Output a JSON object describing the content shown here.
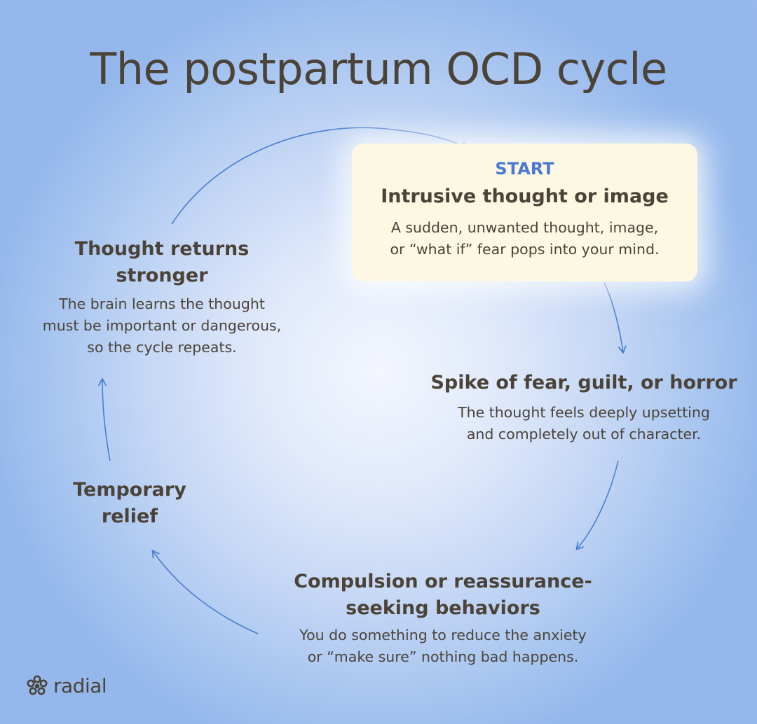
{
  "title": "The postpartum OCD cycle",
  "colors": {
    "text": "#4b4338",
    "accent": "#4a78d4",
    "arrow": "#4a7fd0",
    "start_card": "#fdf8e2"
  },
  "steps": {
    "start": {
      "tag": "START",
      "heading": "Intrusive thought or image",
      "description_lines": [
        "A sudden, unwanted thought, image,",
        "or “what if” fear pops into your mind."
      ]
    },
    "spike": {
      "heading": "Spike of fear, guilt, or horror",
      "description_lines": [
        "The thought feels deeply upsetting",
        "and completely out of character."
      ]
    },
    "compulsion": {
      "heading_lines": [
        "Compulsion or reassurance-",
        "seeking behaviors"
      ],
      "description_lines": [
        "You do something to reduce the anxiety",
        "or “make sure” nothing bad happens."
      ]
    },
    "relief": {
      "heading_lines": [
        "Temporary",
        "relief"
      ]
    },
    "returns": {
      "heading_lines": [
        "Thought returns",
        "stronger"
      ],
      "description_lines": [
        "The brain learns the thought",
        "must be important or dangerous,",
        "so the cycle repeats."
      ]
    }
  },
  "logo": {
    "text": "radial",
    "icon": "flower-logo-icon"
  }
}
